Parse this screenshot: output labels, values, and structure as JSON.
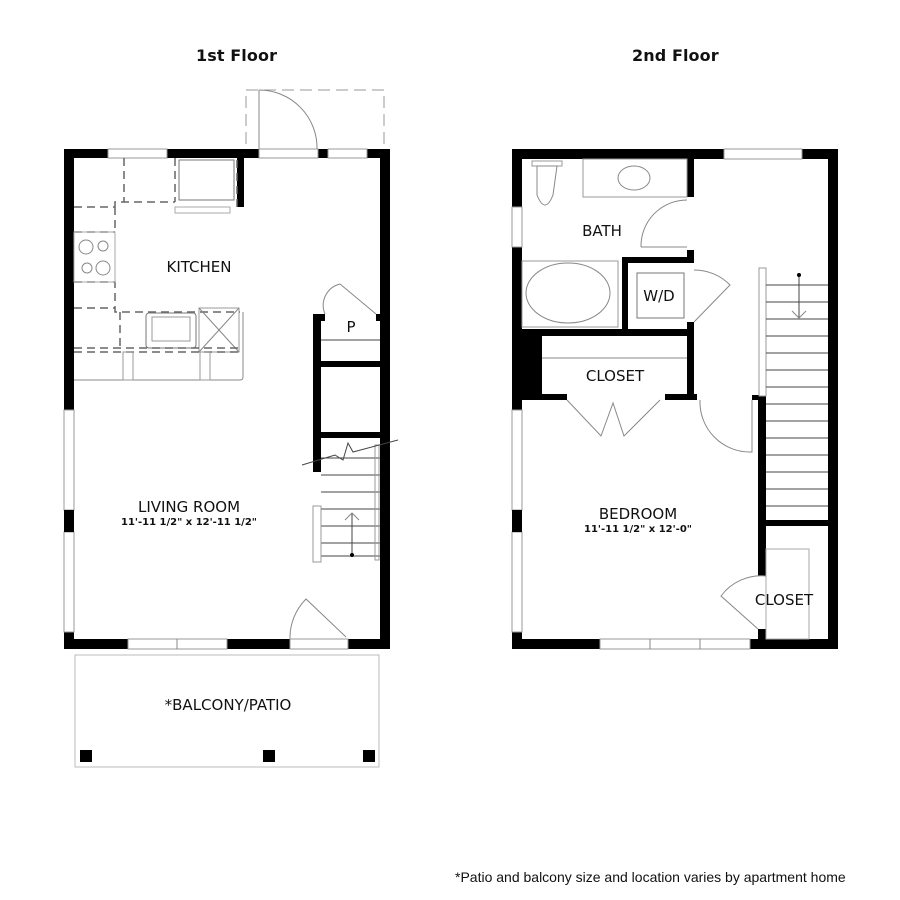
{
  "floors": [
    {
      "title": "1st Floor",
      "rooms": [
        {
          "label": "KITCHEN"
        },
        {
          "label": "P"
        },
        {
          "label": "LIVING ROOM",
          "dimensions": "11'-11 1/2\" x 12'-11 1/2\""
        },
        {
          "label": "*BALCONY/PATIO"
        }
      ]
    },
    {
      "title": "2nd Floor",
      "rooms": [
        {
          "label": "BATH"
        },
        {
          "label": "W/D"
        },
        {
          "label": "CLOSET"
        },
        {
          "label": "BEDROOM",
          "dimensions": "11'-11 1/2\" x 12'-0\""
        },
        {
          "label": "CLOSET"
        }
      ]
    }
  ],
  "footnote": "*Patio and balcony size and location varies by apartment home",
  "colors": {
    "wall": "#000000",
    "fixture": "#888888",
    "background": "#ffffff"
  }
}
